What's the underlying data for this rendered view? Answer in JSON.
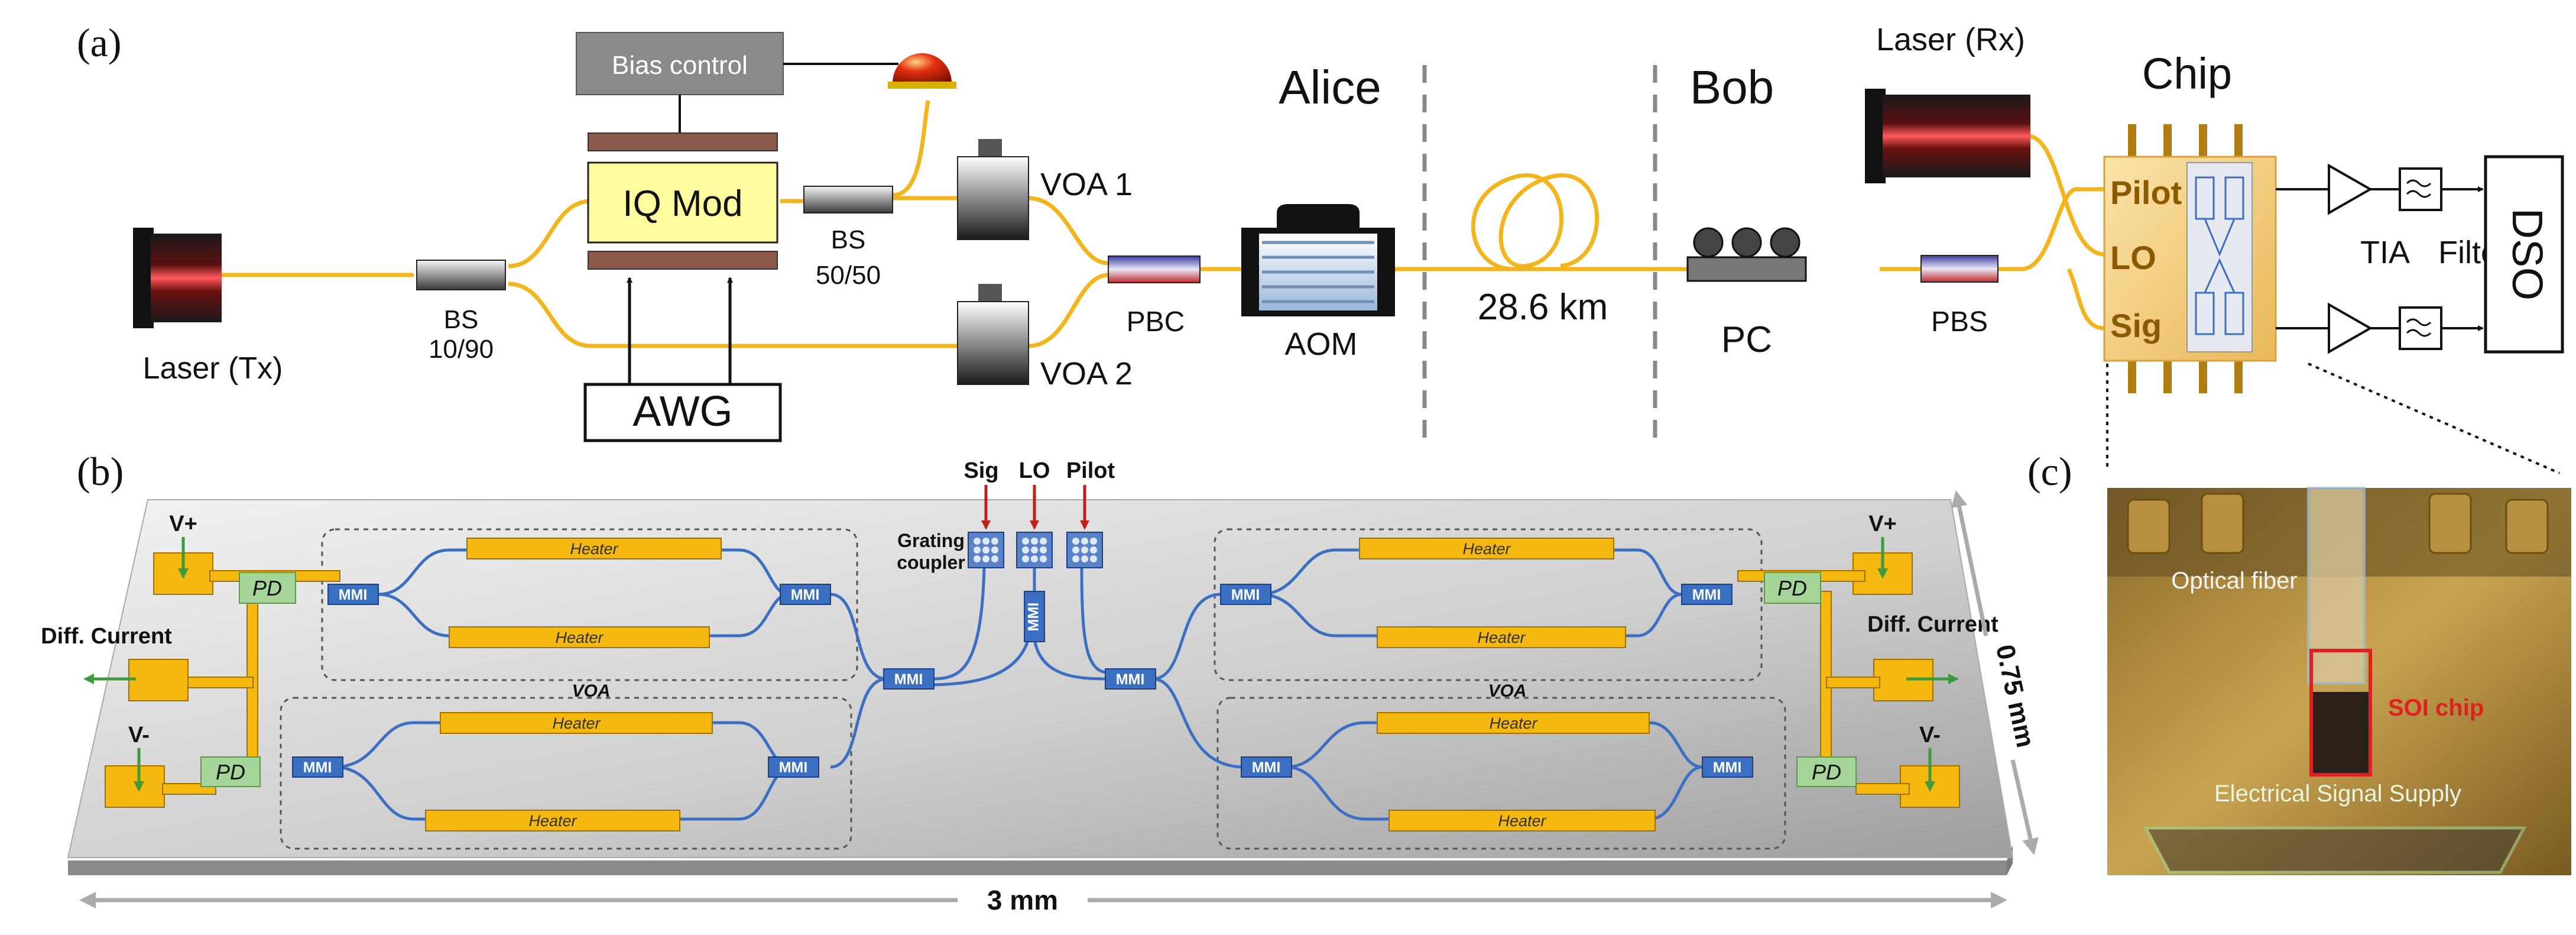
{
  "panel_labels": {
    "a": "(a)",
    "b": "(b)",
    "c": "(c)"
  },
  "panel_a": {
    "laser_tx": "Laser (Tx)",
    "bs_1090": {
      "name": "BS",
      "ratio": "10/90"
    },
    "bias_control": "Bias control",
    "iq_mod": "IQ Mod",
    "awg": "AWG",
    "bs_5050": {
      "name": "BS",
      "ratio": "50/50"
    },
    "voa1": "VOA 1",
    "voa2": "VOA 2",
    "pbc": "PBC",
    "aom": "AOM",
    "alice": "Alice",
    "bob": "Bob",
    "fiber_length": "28.6 km",
    "pc": "PC",
    "pbs": "PBS",
    "laser_rx": "Laser (Rx)",
    "chip": "Chip",
    "chip_ports": [
      "Pilot",
      "LO",
      "Sig"
    ],
    "tia": "TIA",
    "filter": "Filter",
    "dso": "DSO"
  },
  "panel_b": {
    "inputs": [
      "Sig",
      "LO",
      "Pilot"
    ],
    "grating_coupler": [
      "Grating",
      "coupler"
    ],
    "mmi": "MMI",
    "heater": "Heater",
    "voa": "VOA",
    "pd": "PD",
    "v_plus": "V+",
    "v_minus": "V-",
    "diff_current": "Diff. Current",
    "width": "3 mm",
    "height": "0.75 mm"
  },
  "panel_c": {
    "optical_fiber": "Optical fiber",
    "soi_chip": "SOI chip",
    "electrical_supply": "Electrical Signal Supply"
  },
  "colors": {
    "fiber": "#f2b51d",
    "heater": "#f5b80f",
    "mmi": "#3a6fc2",
    "pd": "#a6d59a",
    "arrow_red": "#c0201a",
    "arrow_green": "#3d9a3d"
  }
}
